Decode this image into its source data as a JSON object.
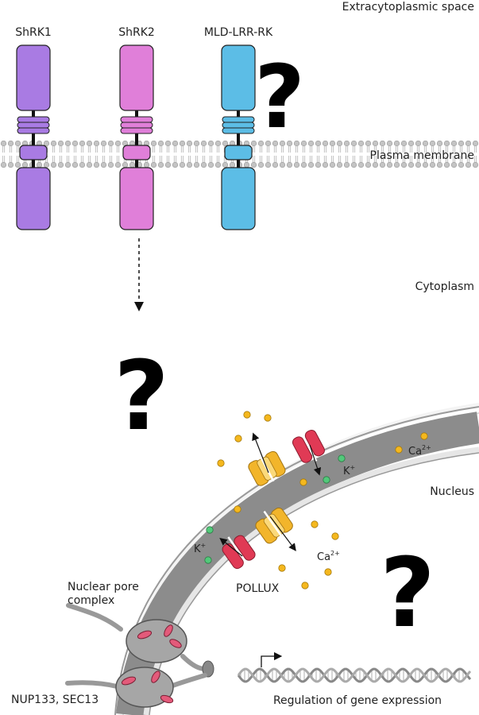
{
  "labels": {
    "extracytoplasmic": "Extracytoplasmic space",
    "plasma_membrane": "Plasma membrane",
    "cytoplasm": "Cytoplasm",
    "nucleus": "Nucleus",
    "nuclear_pore_line1": "Nuclear pore",
    "nuclear_pore_line2": "complex",
    "nup": "NUP133, SEC13",
    "gene_regulation": "Regulation of gene expression",
    "pollux": "POLLUX",
    "k_ion": "K",
    "k_charge": "+",
    "ca_ion": "Ca",
    "ca_charge": "2+",
    "question": "?"
  },
  "receptors": [
    {
      "name": "ShRK1",
      "color": "#a97be3"
    },
    {
      "name": "ShRK2",
      "color": "#e07fd9"
    },
    {
      "name": "MLD-LRR-RK",
      "color": "#5cbde6"
    }
  ],
  "colors": {
    "membrane_head": "#bdbdbd",
    "envelope": "#8c8c8c",
    "envelope_edge": "#dddddd",
    "pore": "#9a9a9a",
    "pollux": "#e03a55",
    "channel": "#f2b52b",
    "calcium": "#f5b81e",
    "potassium": "#52c97a"
  }
}
